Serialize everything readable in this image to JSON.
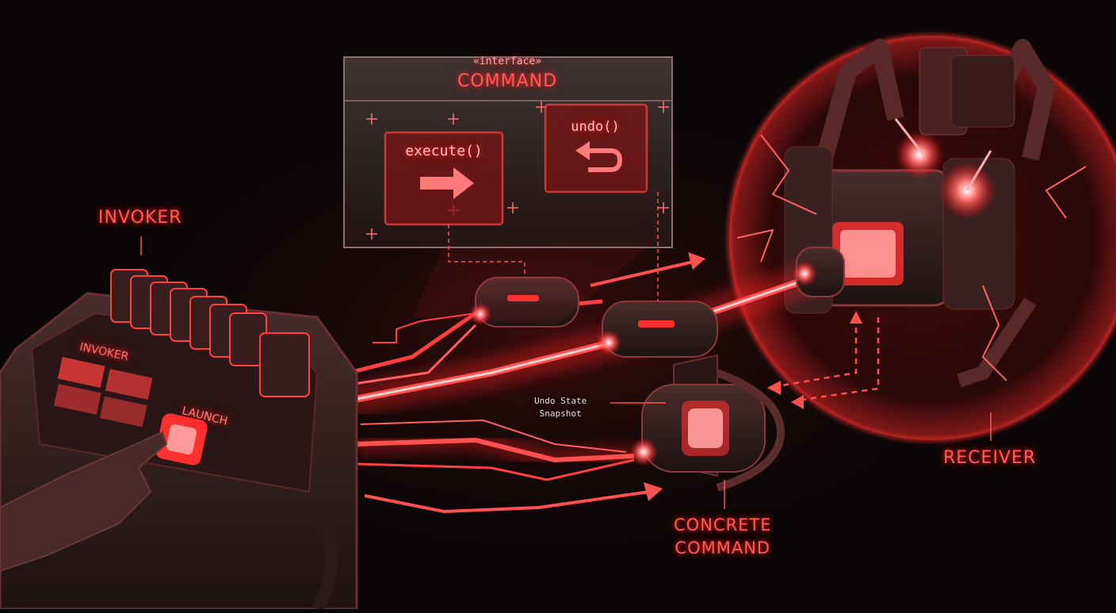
{
  "labels": {
    "invoker": "INVOKER",
    "receiver": "RECEIVER",
    "concrete_line1": "CONCRETE",
    "concrete_line2": "COMMAND",
    "interface_stereotype": "«interface»",
    "interface_name": "COMMAND",
    "execute_method": "execute()",
    "undo_method": "undo()",
    "snapshot_line1": "Undo State",
    "snapshot_line2": "Snapshot",
    "panel_label": "INVOKER",
    "launch_label": "LAUNCH"
  },
  "colors": {
    "background": "#0b0707",
    "glow": "#ff2a2a",
    "label": "#ff5a5a",
    "metal": "#3a2626"
  },
  "icons": {
    "execute": "arrow-right-icon",
    "undo": "undo-arrow-icon"
  }
}
